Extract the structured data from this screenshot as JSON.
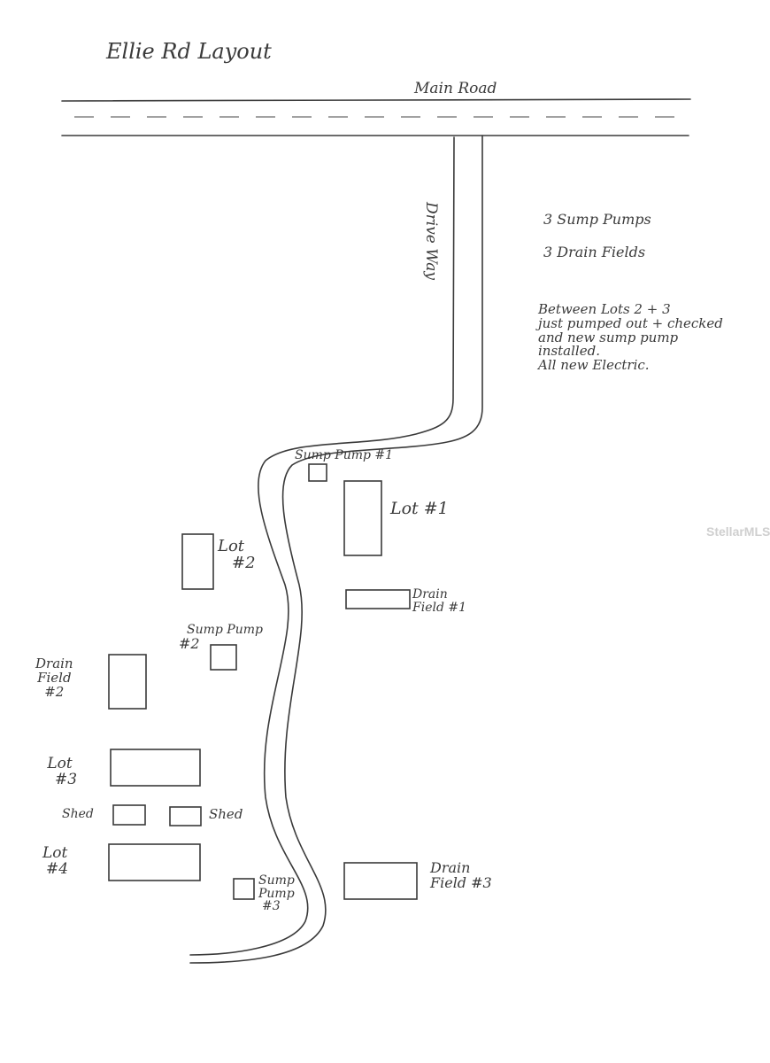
{
  "title": "Ellie Rd Layout",
  "main_road": "Main Road",
  "driveway": "Drive Way",
  "summary": [
    "3 Sump Pumps",
    "3 Drain Fields"
  ],
  "notes": [
    "Between Lots 2 + 3",
    "just pumped out + checked",
    "and new sump pump",
    "installed.",
    "All new Electric."
  ],
  "sump_pump_1": "Sump Pump #1",
  "lot_1": "Lot #1",
  "drain_field_1": [
    "Drain",
    "Field #1"
  ],
  "lot_2": [
    "Lot",
    "#2"
  ],
  "sump_pump_2": [
    "Sump Pump",
    "#2"
  ],
  "drain_field_2": [
    "Drain",
    "Field",
    "#2"
  ],
  "lot_3": [
    "Lot",
    "#3"
  ],
  "shed": "Shed",
  "lot_4": [
    "Lot",
    "#4"
  ],
  "sump_pump_3": [
    "Sump",
    "Pump",
    "#3"
  ],
  "drain_field_3": [
    "Drain",
    "Field #3"
  ],
  "watermark": "StellarMLS",
  "colors": {
    "ink": "#3a3a3a",
    "paper": "#ffffff"
  }
}
